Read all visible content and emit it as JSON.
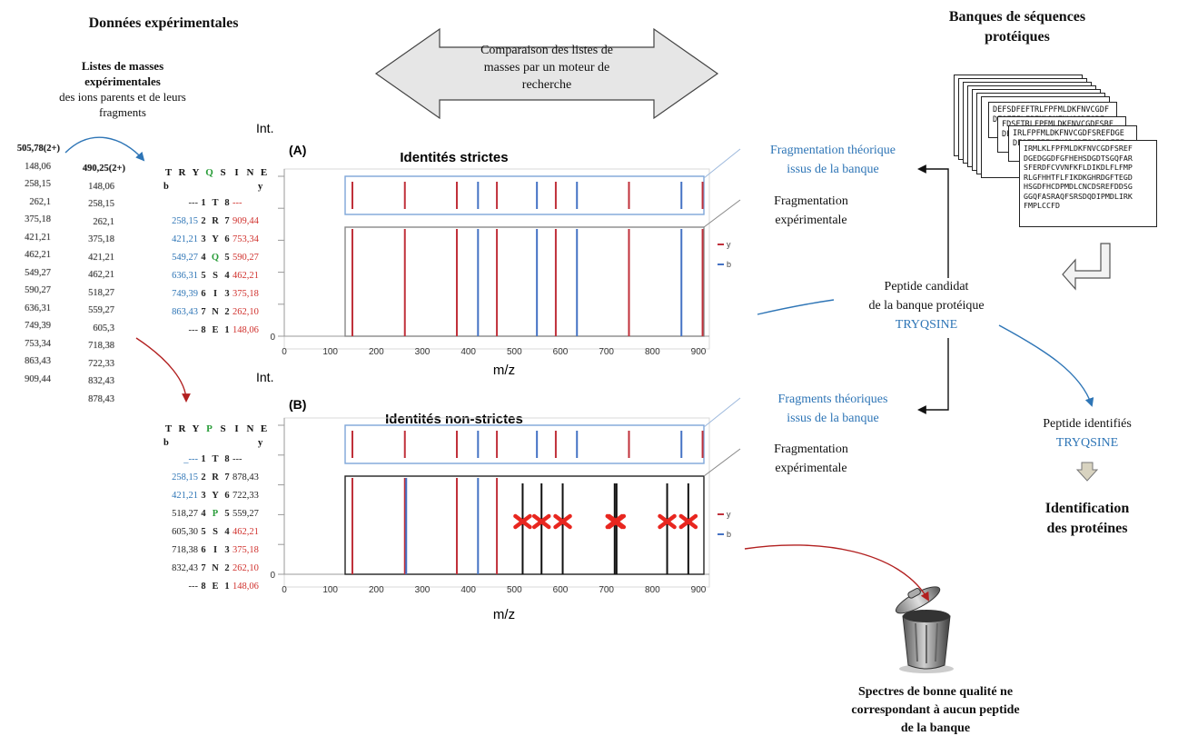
{
  "left": {
    "title": "Données expérimentales",
    "lists_title_line1": "Listes de masses",
    "lists_title_line2": "expérimentales",
    "lists_sub_line1": "des ions parents et de leurs",
    "lists_sub_line2": "fragments",
    "col1_header": "505,78(2+)",
    "col1": [
      "148,06",
      "258,15",
      "262,1",
      "375,18",
      "421,21",
      "462,21",
      "549,27",
      "590,27",
      "636,31",
      "749,39",
      "753,34",
      "863,43",
      "909,44"
    ],
    "col2_header": "490,25(2+)",
    "col2": [
      "148,06",
      "258,15",
      "262,1",
      "375,18",
      "421,21",
      "462,21",
      "518,27",
      "559,27",
      "605,3",
      "718,38",
      "722,33",
      "832,43",
      "878,43"
    ]
  },
  "table_a": {
    "sequence": [
      "T",
      "R",
      "Y",
      "Q",
      "S",
      "I",
      "N",
      "E"
    ],
    "highlight_index": 3,
    "col_b": "b",
    "col_y": "y",
    "rows": [
      {
        "b": "---",
        "n1": "1",
        "aa": "T",
        "n2": "8",
        "y": "---",
        "b_color": "black",
        "y_color": "red"
      },
      {
        "b": "258,15",
        "n1": "2",
        "aa": "R",
        "n2": "7",
        "y": "909,44",
        "b_color": "blue",
        "y_color": "red"
      },
      {
        "b": "421,21",
        "n1": "3",
        "aa": "Y",
        "n2": "6",
        "y": "753,34",
        "b_color": "blue",
        "y_color": "red"
      },
      {
        "b": "549,27",
        "n1": "4",
        "aa": "Q",
        "n2": "5",
        "y": "590,27",
        "b_color": "blue",
        "y_color": "red",
        "aa_color": "green"
      },
      {
        "b": "636,31",
        "n1": "5",
        "aa": "S",
        "n2": "4",
        "y": "462,21",
        "b_color": "blue",
        "y_color": "red"
      },
      {
        "b": "749,39",
        "n1": "6",
        "aa": "I",
        "n2": "3",
        "y": "375,18",
        "b_color": "blue",
        "y_color": "red"
      },
      {
        "b": "863,43",
        "n1": "7",
        "aa": "N",
        "n2": "2",
        "y": "262,10",
        "b_color": "blue",
        "y_color": "red"
      },
      {
        "b": "---",
        "n1": "8",
        "aa": "E",
        "n2": "1",
        "y": "148,06",
        "b_color": "black",
        "y_color": "red"
      }
    ]
  },
  "table_b": {
    "sequence": [
      "T",
      "R",
      "Y",
      "P",
      "S",
      "I",
      "N",
      "E"
    ],
    "highlight_index": 3,
    "col_b": "b",
    "col_y": "y",
    "rows": [
      {
        "b": "_---",
        "n1": "1",
        "aa": "T",
        "n2": "8",
        "y": "---",
        "b_color": "blue",
        "y_color": "black"
      },
      {
        "b": "258,15",
        "n1": "2",
        "aa": "R",
        "n2": "7",
        "y": "878,43",
        "b_color": "blue",
        "y_color": "black"
      },
      {
        "b": "421,21",
        "n1": "3",
        "aa": "Y",
        "n2": "6",
        "y": "722,33",
        "b_color": "blue",
        "y_color": "black"
      },
      {
        "b": "518,27",
        "n1": "4",
        "aa": "P",
        "n2": "5",
        "y": "559,27",
        "b_color": "black",
        "y_color": "black",
        "aa_color": "green"
      },
      {
        "b": "605,30",
        "n1": "5",
        "aa": "S",
        "n2": "4",
        "y": "462,21",
        "b_color": "black",
        "y_color": "red"
      },
      {
        "b": "718,38",
        "n1": "6",
        "aa": "I",
        "n2": "3",
        "y": "375,18",
        "b_color": "black",
        "y_color": "red"
      },
      {
        "b": "832,43",
        "n1": "7",
        "aa": "N",
        "n2": "2",
        "y": "262,10",
        "b_color": "black",
        "y_color": "red"
      },
      {
        "b": "---",
        "n1": "8",
        "aa": "E",
        "n2": "1",
        "y": "148,06",
        "b_color": "black",
        "y_color": "red"
      }
    ]
  },
  "comparison": {
    "line1": "Comparaison des listes de",
    "line2": "masses par un moteur de",
    "line3": "recherche"
  },
  "chart_data": [
    {
      "type": "bar",
      "panel_label": "(A)",
      "title": "Identités strictes",
      "ylabel": "Int.",
      "xlabel": "m/z",
      "xlim": [
        0,
        920
      ],
      "xticks": [
        0,
        100,
        200,
        300,
        400,
        500,
        600,
        700,
        800,
        900
      ],
      "ytick": "0",
      "legend": [
        "y",
        "b"
      ],
      "theoretical": [
        {
          "x": 148,
          "ion": "y"
        },
        {
          "x": 262,
          "ion": "y"
        },
        {
          "x": 375,
          "ion": "y"
        },
        {
          "x": 421,
          "ion": "b"
        },
        {
          "x": 462,
          "ion": "y"
        },
        {
          "x": 549,
          "ion": "b"
        },
        {
          "x": 590,
          "ion": "y"
        },
        {
          "x": 636,
          "ion": "b"
        },
        {
          "x": 749,
          "ion": "y"
        },
        {
          "x": 863,
          "ion": "b"
        },
        {
          "x": 909,
          "ion": "y"
        }
      ],
      "experimental": [
        {
          "x": 148,
          "ion": "y"
        },
        {
          "x": 262,
          "ion": "y"
        },
        {
          "x": 375,
          "ion": "y"
        },
        {
          "x": 421,
          "ion": "b"
        },
        {
          "x": 462,
          "ion": "y"
        },
        {
          "x": 549,
          "ion": "b"
        },
        {
          "x": 590,
          "ion": "y"
        },
        {
          "x": 636,
          "ion": "b"
        },
        {
          "x": 749,
          "ion": "y"
        },
        {
          "x": 863,
          "ion": "b"
        },
        {
          "x": 909,
          "ion": "y"
        }
      ],
      "mismatched": []
    },
    {
      "type": "bar",
      "panel_label": "(B)",
      "title": "Identités non-strictes",
      "ylabel": "Int.",
      "xlabel": "m/z",
      "xlim": [
        0,
        920
      ],
      "xticks": [
        0,
        100,
        200,
        300,
        400,
        500,
        600,
        700,
        800,
        900
      ],
      "ytick": "0",
      "legend": [
        "y",
        "b"
      ],
      "theoretical": [
        {
          "x": 148,
          "ion": "y"
        },
        {
          "x": 262,
          "ion": "y"
        },
        {
          "x": 375,
          "ion": "y"
        },
        {
          "x": 421,
          "ion": "b"
        },
        {
          "x": 462,
          "ion": "y"
        },
        {
          "x": 549,
          "ion": "b"
        },
        {
          "x": 590,
          "ion": "y"
        },
        {
          "x": 636,
          "ion": "b"
        },
        {
          "x": 749,
          "ion": "y"
        },
        {
          "x": 863,
          "ion": "b"
        },
        {
          "x": 909,
          "ion": "y"
        }
      ],
      "experimental": [
        {
          "x": 148,
          "ion": "y"
        },
        {
          "x": 262,
          "ion": "y"
        },
        {
          "x": 262,
          "ion": "b"
        },
        {
          "x": 375,
          "ion": "y"
        },
        {
          "x": 421,
          "ion": "b"
        },
        {
          "x": 462,
          "ion": "y"
        }
      ],
      "mismatched": [
        518,
        559,
        605,
        718,
        722,
        832,
        878
      ]
    }
  ],
  "annotations": {
    "theo_a_line1": "Fragmentation théorique",
    "theo_a_line2": "issus de la banque",
    "exp_a_line1": "Fragmentation",
    "exp_a_line2": "expérimentale",
    "theo_b_line1": "Fragments théoriques",
    "theo_b_line2": "issus de la banque",
    "exp_b_line1": "Fragmentation",
    "exp_b_line2": "expérimentale"
  },
  "right": {
    "title_line1": "Banques de séquences",
    "title_line2": "protéiques",
    "cards": [
      "DEFSDFEFTRLFPFMLDKFNVCGDF\nDFSFEFLFPEMLDKFNVCGDFSBF",
      "FDSFTRLFPEMLDKFNVCGDFSBF\nDFSFDFFFHFHSDGDTSGFADFFF",
      "IRLFPFMLDKFNVCGDFSREFDGE\nDFSFDFEFHEHSDGDTSGFADFFF",
      "IRMLKLFPFMLDKFNVCGDFSREF\nDGEDGGDFGFHEHSDGDTSGQFAR\nSFERDFCVVNFKFLDIKDLFLFMP\nRLGFHHTFLFIKDKGHRDGFTEGD\nHSGDFHCDPMDLCNCDSREFDDSG\nGGQFASRAQFSRSDQDIPMDLIRK\nFMPLCCFD"
    ],
    "candidate_line1": "Peptide candidat",
    "candidate_line2": "de la banque protéique",
    "candidate_seq": "TRYQSINE",
    "identified_label": "Peptide identifiés",
    "identified_seq": "TRYQSINE",
    "identification_line1": "Identification",
    "identification_line2": "des protéines",
    "trash_line1": "Spectres de bonne qualité ne",
    "trash_line2": "correspondant à aucun peptide",
    "trash_line3": "de la banque"
  }
}
